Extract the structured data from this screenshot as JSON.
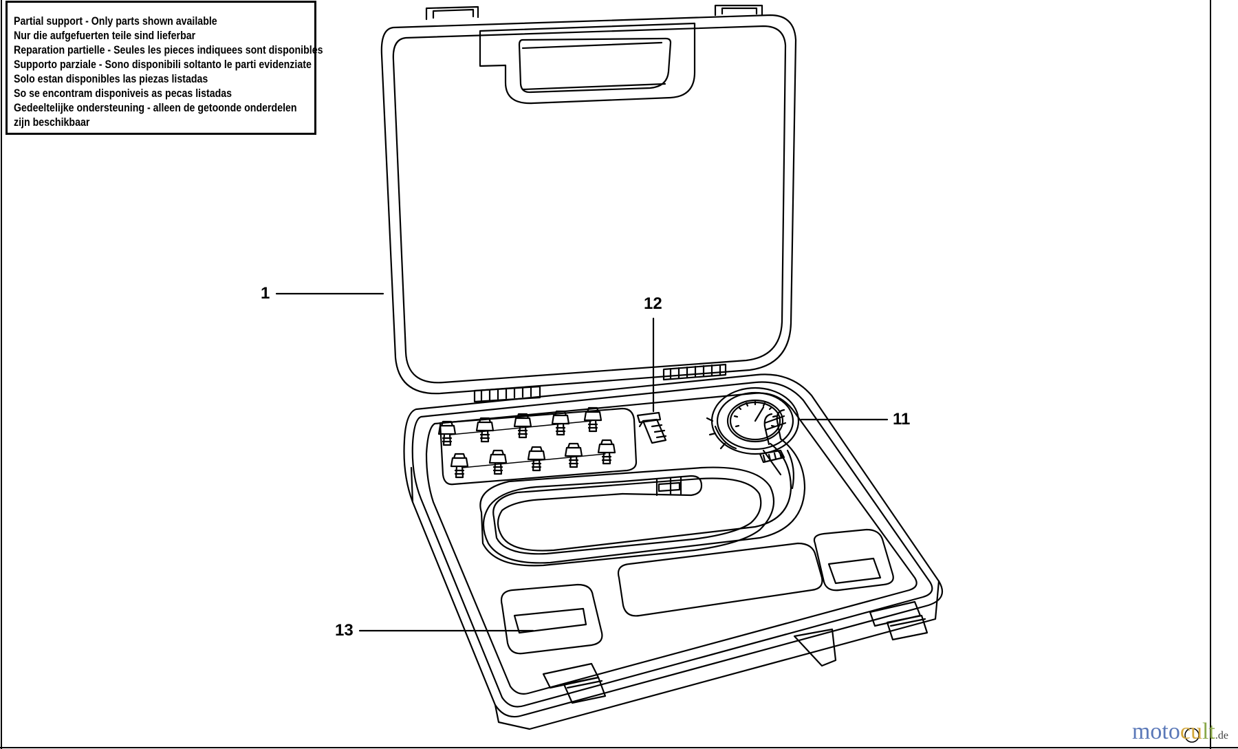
{
  "notice": {
    "lines": [
      "Partial support - Only parts shown available",
      "Nur die aufgefuerten teile sind lieferbar",
      "Reparation partielle - Seules les pieces indiquees sont disponibles",
      "Supporto parziale - Sono disponibili soltanto le parti evidenziate",
      "Solo estan disponibles las piezas listadas",
      "So se encontram disponiveis as pecas listadas",
      "Gedeeltelijke ondersteuning - alleen de getoonde onderdelen",
      "zijn beschikbaar"
    ]
  },
  "callouts": {
    "case_lid": "1",
    "adapter_small": "12",
    "gauge": "11",
    "case_tray": "13"
  },
  "watermark": {
    "part1": "moto",
    "part2": "cu",
    "part3": "lt",
    "tld": ".de"
  },
  "colors": {
    "line": "#000000",
    "background": "#ffffff"
  }
}
